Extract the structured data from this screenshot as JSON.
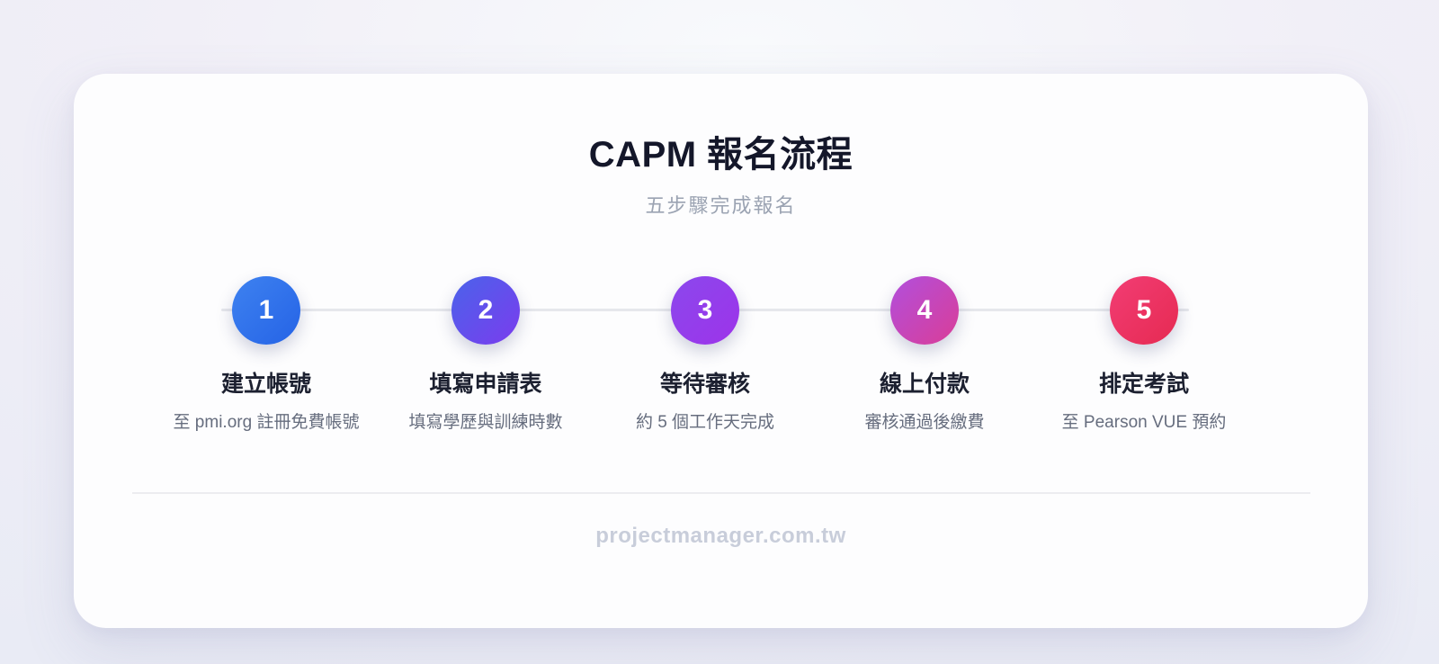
{
  "header": {
    "title": "CAPM 報名流程",
    "subtitle": "五步驟完成報名"
  },
  "steps": [
    {
      "number": "1",
      "title": "建立帳號",
      "description": "至 pmi.org 註冊免費帳號",
      "gradient_start": "#3e82f0",
      "gradient_end": "#2563e6"
    },
    {
      "number": "2",
      "title": "填寫申請表",
      "description": "填寫學歷與訓練時數",
      "gradient_start": "#4a63ea",
      "gradient_end": "#7b3cee"
    },
    {
      "number": "3",
      "title": "等待審核",
      "description": "約 5 個工作天完成",
      "gradient_start": "#8b48ec",
      "gradient_end": "#9d33ea"
    },
    {
      "number": "4",
      "title": "線上付款",
      "description": "審核通過後繳費",
      "gradient_start": "#b14fdd",
      "gradient_end": "#da3d97"
    },
    {
      "number": "5",
      "title": "排定考試",
      "description": "至 Pearson VUE 預約",
      "gradient_start": "#f23d74",
      "gradient_end": "#e62a52"
    }
  ],
  "footer": {
    "watermark": "projectmanager.com.tw"
  },
  "colors": {
    "connector_line": "#e6e7ec",
    "card_background": "#fdfdfe",
    "title_text": "#14172a",
    "subtitle_text": "#9ba3b2",
    "step_title_text": "#1c2030",
    "step_desc_text": "#666d7e",
    "watermark_text": "#c8cdda"
  }
}
